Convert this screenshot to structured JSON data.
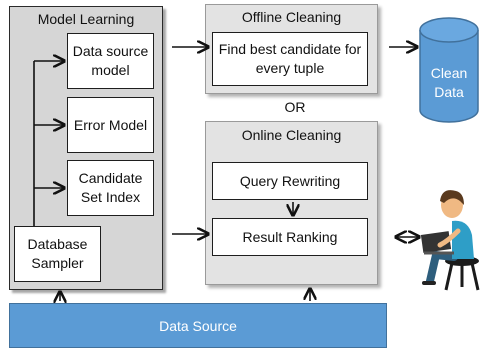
{
  "model_learning": {
    "title": "Model Learning",
    "data_source_model": "Data source model",
    "error_model": "Error Model",
    "candidate_set_index": "Candidate Set Index",
    "database_sampler": "Database Sampler"
  },
  "offline_cleaning": {
    "title": "Offline Cleaning",
    "find_best_candidate": "Find best candidate for every tuple"
  },
  "or_label": "OR",
  "online_cleaning": {
    "title": "Online Cleaning",
    "query_rewriting": "Query Rewriting",
    "result_ranking": "Result Ranking"
  },
  "clean_data": "Clean Data",
  "data_source": "Data Source",
  "colors": {
    "blue": "#5b9bd5",
    "panel_dark": "#d6d6d6",
    "panel_light": "#e3e3e3"
  },
  "icons": [
    "user-laptop-icon",
    "database-cylinder-icon"
  ]
}
